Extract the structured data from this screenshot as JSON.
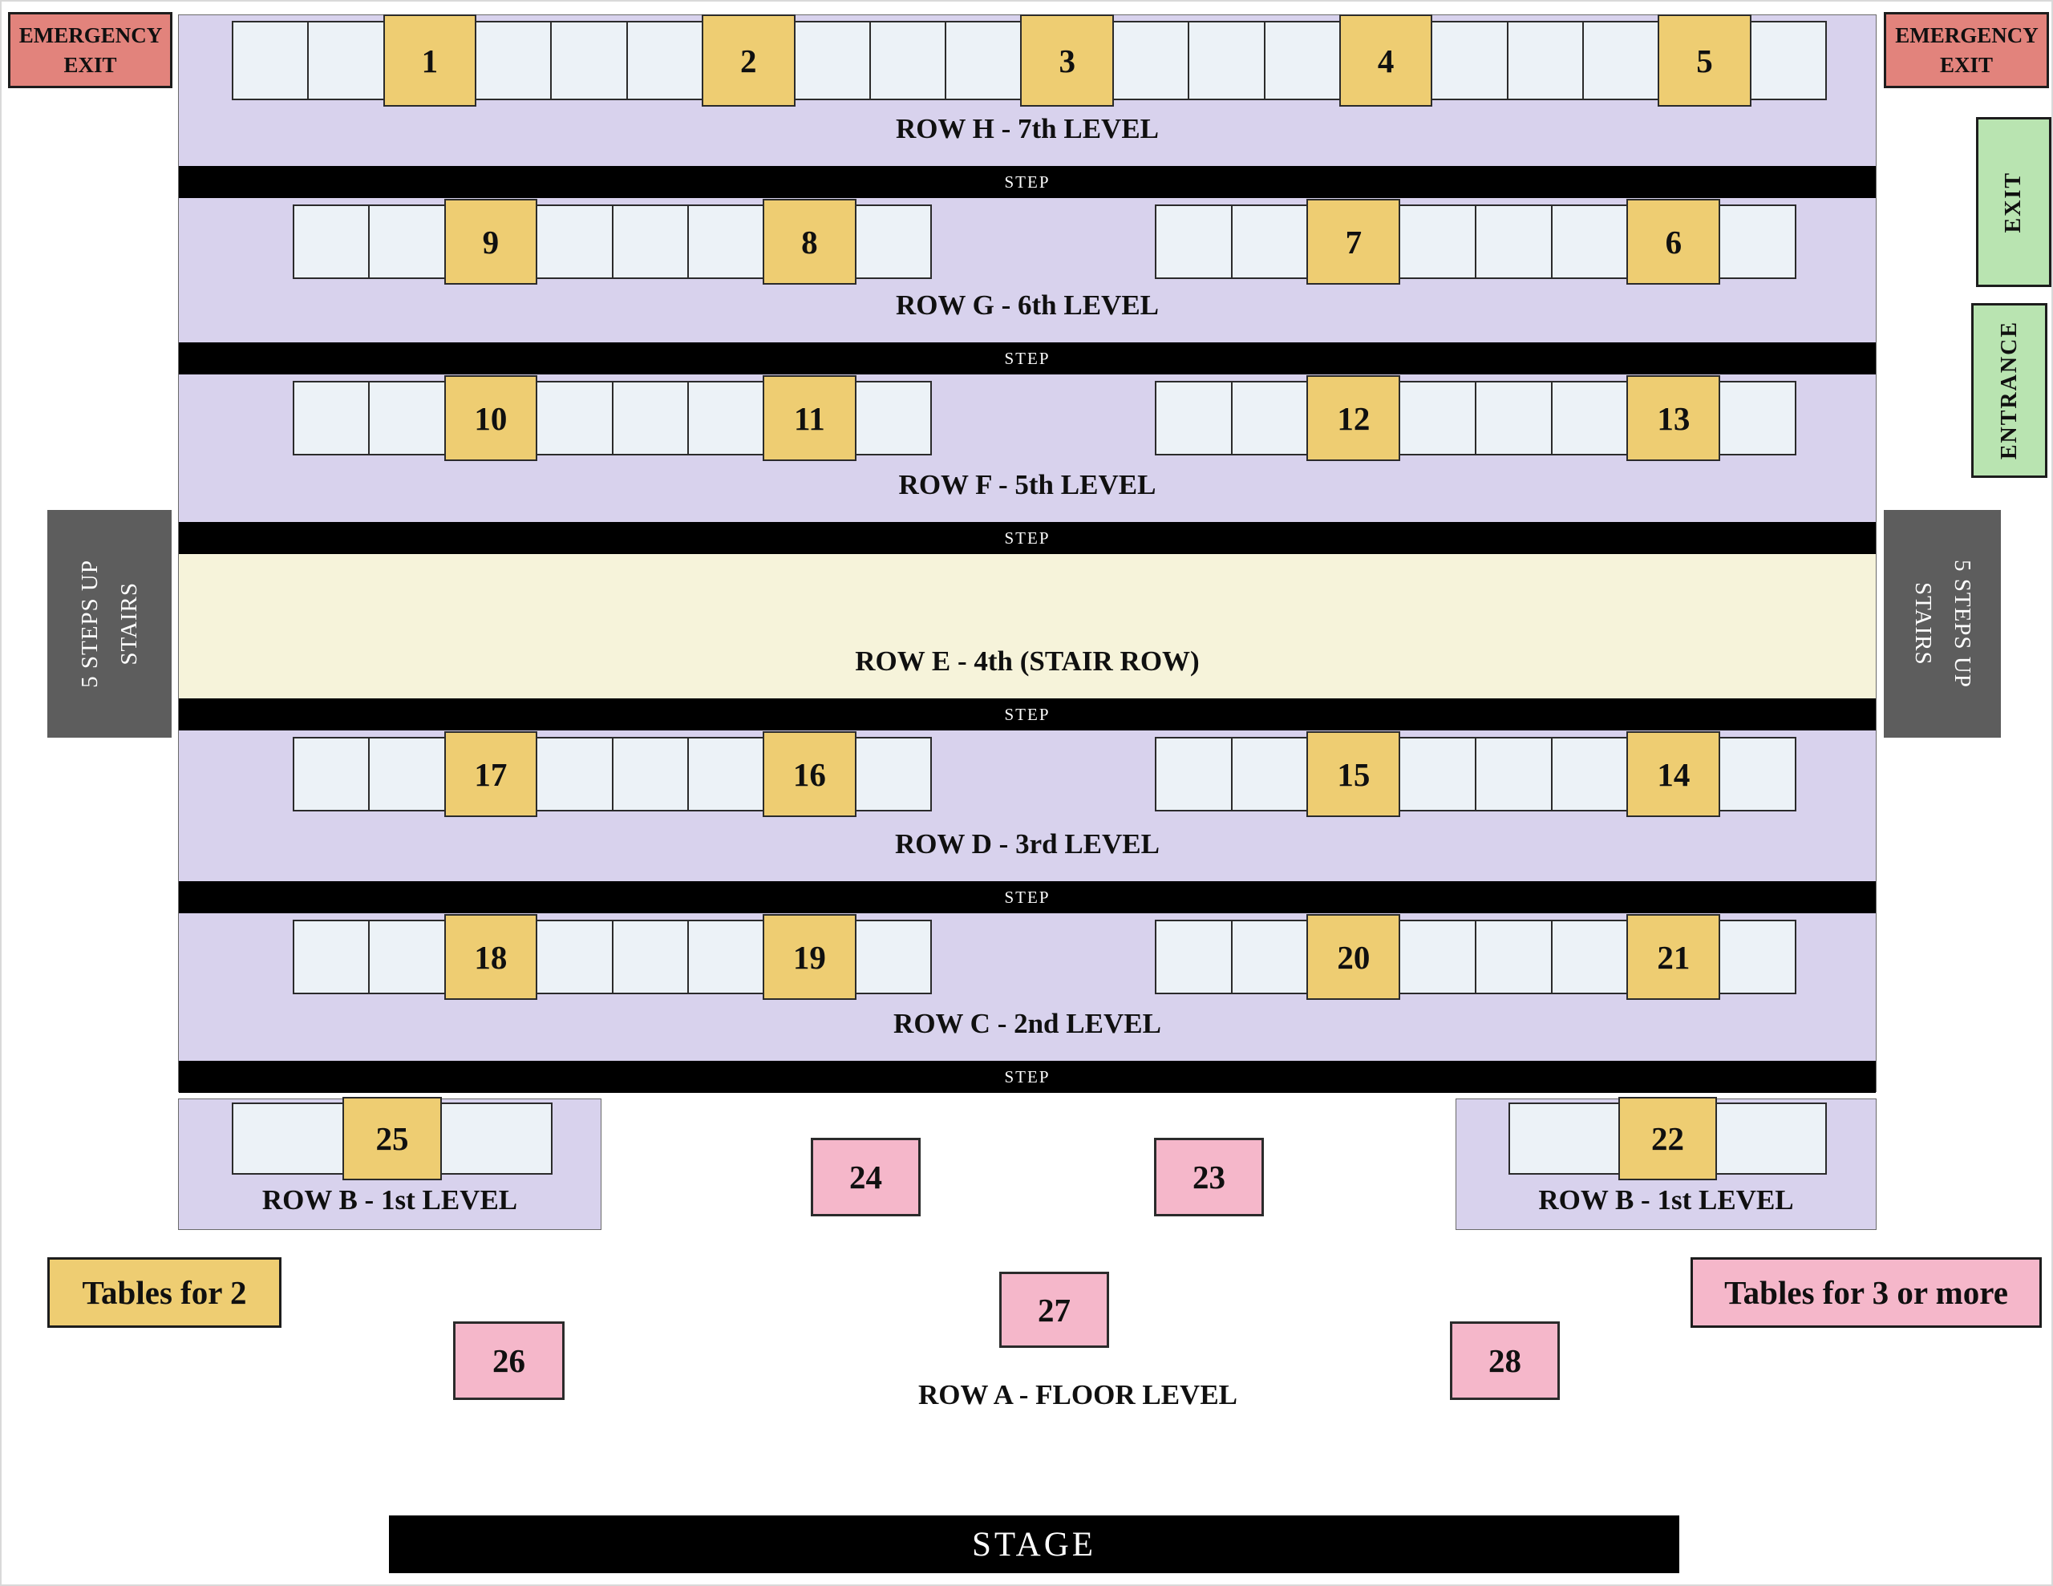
{
  "colors": {
    "band_lavender": "#d8d2ed",
    "cell_white": "#ecf2f7",
    "seat_yellow": "#eecd72",
    "table_pink": "#f5b7ca",
    "stair_row_cream": "#f6f3da",
    "emergency_salmon": "#e2837c",
    "door_green": "#b9e4b1",
    "stairs_gray": "#5d5d5d",
    "step_black": "#000000"
  },
  "exits": {
    "emergency_left": "EMERGENCY EXIT",
    "emergency_right": "EMERGENCY EXIT",
    "exit": "EXIT",
    "entrance": "ENTRANCE"
  },
  "stairs": {
    "left": [
      "STAIRS",
      "5 STEPS UP"
    ],
    "right": [
      "STAIRS",
      "5 STEPS UP"
    ]
  },
  "step_label": "STEP",
  "rows": {
    "h": {
      "label": "ROW H - 7th LEVEL",
      "cells": [
        "",
        "",
        "1",
        "",
        "",
        "",
        "2",
        "",
        "",
        "",
        "3",
        "",
        "",
        "",
        "4",
        "",
        "",
        "",
        "5",
        ""
      ]
    },
    "g": {
      "label": "ROW G - 6th LEVEL",
      "left": [
        "",
        "",
        "9",
        "",
        "",
        "",
        "8",
        ""
      ],
      "right": [
        "",
        "",
        "7",
        "",
        "",
        "",
        "6",
        ""
      ]
    },
    "f": {
      "label": "ROW F - 5th LEVEL",
      "left": [
        "",
        "",
        "10",
        "",
        "",
        "",
        "11",
        ""
      ],
      "right": [
        "",
        "",
        "12",
        "",
        "",
        "",
        "13",
        ""
      ]
    },
    "e": {
      "label": "ROW E - 4th (STAIR ROW)"
    },
    "d": {
      "label": "ROW D - 3rd LEVEL",
      "left": [
        "",
        "",
        "17",
        "",
        "",
        "",
        "16",
        ""
      ],
      "right": [
        "",
        "",
        "15",
        "",
        "",
        "",
        "14",
        ""
      ]
    },
    "c": {
      "label": "ROW C - 2nd LEVEL",
      "left": [
        "",
        "",
        "18",
        "",
        "",
        "",
        "19",
        ""
      ],
      "right": [
        "",
        "",
        "20",
        "",
        "",
        "",
        "21",
        ""
      ]
    },
    "b_left": {
      "label": "ROW B - 1st LEVEL",
      "cells": [
        "",
        "25",
        ""
      ]
    },
    "b_right": {
      "label": "ROW B - 1st LEVEL",
      "cells": [
        "",
        "22",
        ""
      ]
    },
    "a": {
      "label": "ROW A - FLOOR LEVEL"
    }
  },
  "floor_tables": {
    "t24": "24",
    "t23": "23",
    "t27": "27",
    "t26": "26",
    "t28": "28"
  },
  "legend": {
    "tables_for_2": "Tables for 2",
    "tables_for_3": "Tables for 3 or more"
  },
  "stage_label": "STAGE"
}
